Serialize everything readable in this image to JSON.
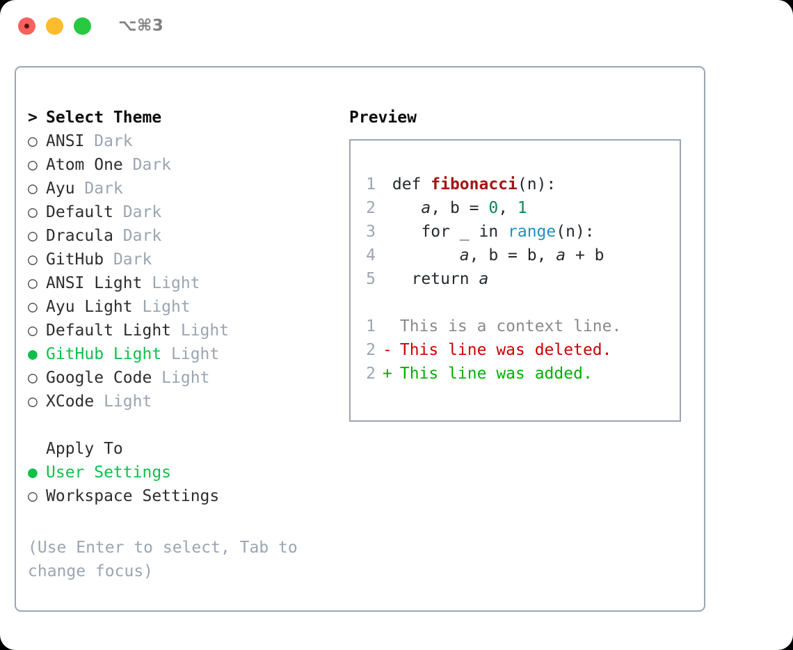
{
  "titlebar": {
    "shortcut": "⌥⌘3",
    "buttons": [
      "close",
      "minimize",
      "maximize"
    ]
  },
  "theme_list": {
    "header_marker": ">",
    "header": "Select Theme",
    "bullet_unselected": "○",
    "bullet_selected": "●",
    "items": [
      {
        "name": "ANSI",
        "badge": "Dark",
        "selected": false
      },
      {
        "name": "Atom One",
        "badge": "Dark",
        "selected": false
      },
      {
        "name": "Ayu",
        "badge": "Dark",
        "selected": false
      },
      {
        "name": "Default",
        "badge": "Dark",
        "selected": false
      },
      {
        "name": "Dracula",
        "badge": "Dark",
        "selected": false
      },
      {
        "name": "GitHub",
        "badge": "Dark",
        "selected": false
      },
      {
        "name": "ANSI Light",
        "badge": "Light",
        "selected": false
      },
      {
        "name": "Ayu Light",
        "badge": "Light",
        "selected": false
      },
      {
        "name": "Default Light",
        "badge": "Light",
        "selected": false
      },
      {
        "name": "GitHub Light",
        "badge": "Light",
        "selected": true
      },
      {
        "name": "Google Code",
        "badge": "Light",
        "selected": false
      },
      {
        "name": "XCode",
        "badge": "Light",
        "selected": false
      }
    ]
  },
  "apply_to": {
    "header": "Apply To",
    "items": [
      {
        "name": "User Settings",
        "selected": true
      },
      {
        "name": "Workspace Settings",
        "selected": false
      }
    ]
  },
  "hint": "(Use Enter to select, Tab to change focus)",
  "preview": {
    "title": "Preview",
    "code": [
      {
        "lno": "1",
        "indent": " ",
        "parts": [
          {
            "t": "def ",
            "c": "plain"
          },
          {
            "t": "fibonacci",
            "c": "fn"
          },
          {
            "t": "(n):",
            "c": "plain"
          }
        ]
      },
      {
        "lno": "2",
        "indent": "    ",
        "parts": [
          {
            "t": "a",
            "c": "var"
          },
          {
            "t": ", b = ",
            "c": "plain"
          },
          {
            "t": "0",
            "c": "num"
          },
          {
            "t": ", ",
            "c": "plain"
          },
          {
            "t": "1",
            "c": "num"
          }
        ]
      },
      {
        "lno": "3",
        "indent": "    ",
        "parts": [
          {
            "t": "for _ in ",
            "c": "plain"
          },
          {
            "t": "range",
            "c": "call"
          },
          {
            "t": "(n):",
            "c": "plain"
          }
        ]
      },
      {
        "lno": "4",
        "indent": "        ",
        "parts": [
          {
            "t": "a",
            "c": "var"
          },
          {
            "t": ", b = b, ",
            "c": "plain"
          },
          {
            "t": "a",
            "c": "var"
          },
          {
            "t": " + b",
            "c": "plain"
          }
        ]
      },
      {
        "lno": "5",
        "indent": "   ",
        "parts": [
          {
            "t": "return ",
            "c": "plain"
          },
          {
            "t": "a",
            "c": "var"
          }
        ]
      }
    ],
    "diff": [
      {
        "lno": "1",
        "mark": " ",
        "text": "This is a context line.",
        "kind": "context"
      },
      {
        "lno": "2",
        "mark": "-",
        "text": "This line was deleted.",
        "kind": "del"
      },
      {
        "lno": "2",
        "mark": "+",
        "text": "This line was added.",
        "kind": "add"
      }
    ]
  },
  "colors": {
    "accent_green": "#10bf4a",
    "muted": "#9aa5b1",
    "border": "#9aa5b1",
    "fn_red": "#a31515",
    "number_teal": "#098658",
    "call_blue": "#1f8fc4",
    "diff_del_red": "#cc0000",
    "diff_add_green": "#00b000"
  }
}
